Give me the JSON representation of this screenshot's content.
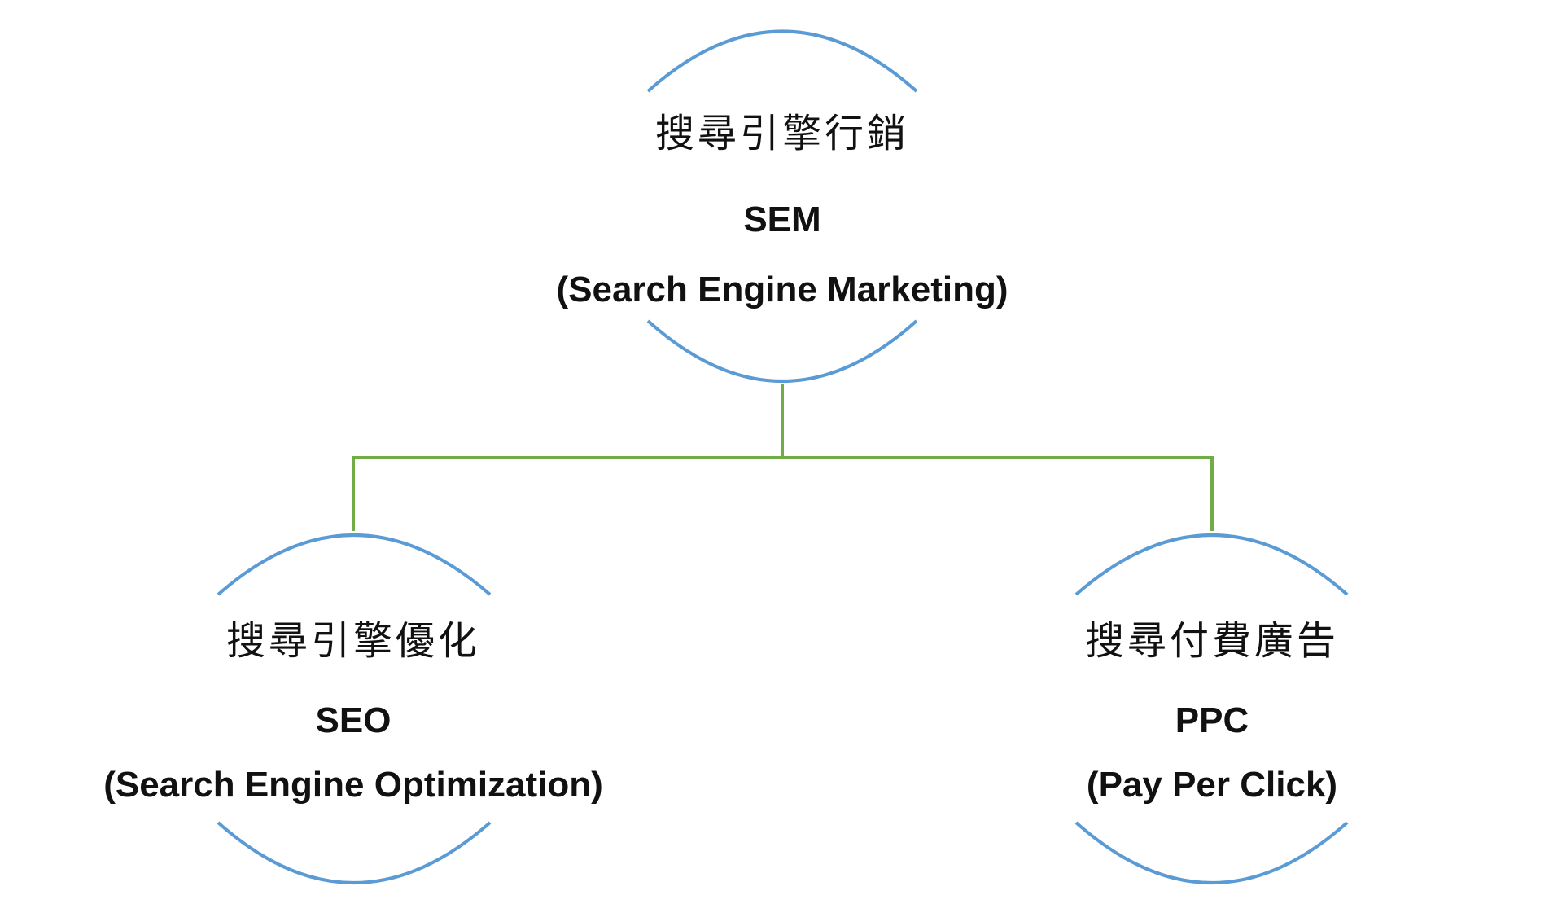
{
  "colors": {
    "arc": "#5b9bd5",
    "connector": "#70ad47",
    "text": "#111111"
  },
  "nodes": {
    "sem": {
      "title": "搜尋引擎行銷",
      "abbr": "SEM",
      "full": "(Search Engine Marketing)"
    },
    "seo": {
      "title": "搜尋引擎優化",
      "abbr": "SEO",
      "full": "(Search Engine Optimization)"
    },
    "ppc": {
      "title": "搜尋付費廣告",
      "abbr": "PPC",
      "full": "(Pay Per Click)"
    }
  }
}
